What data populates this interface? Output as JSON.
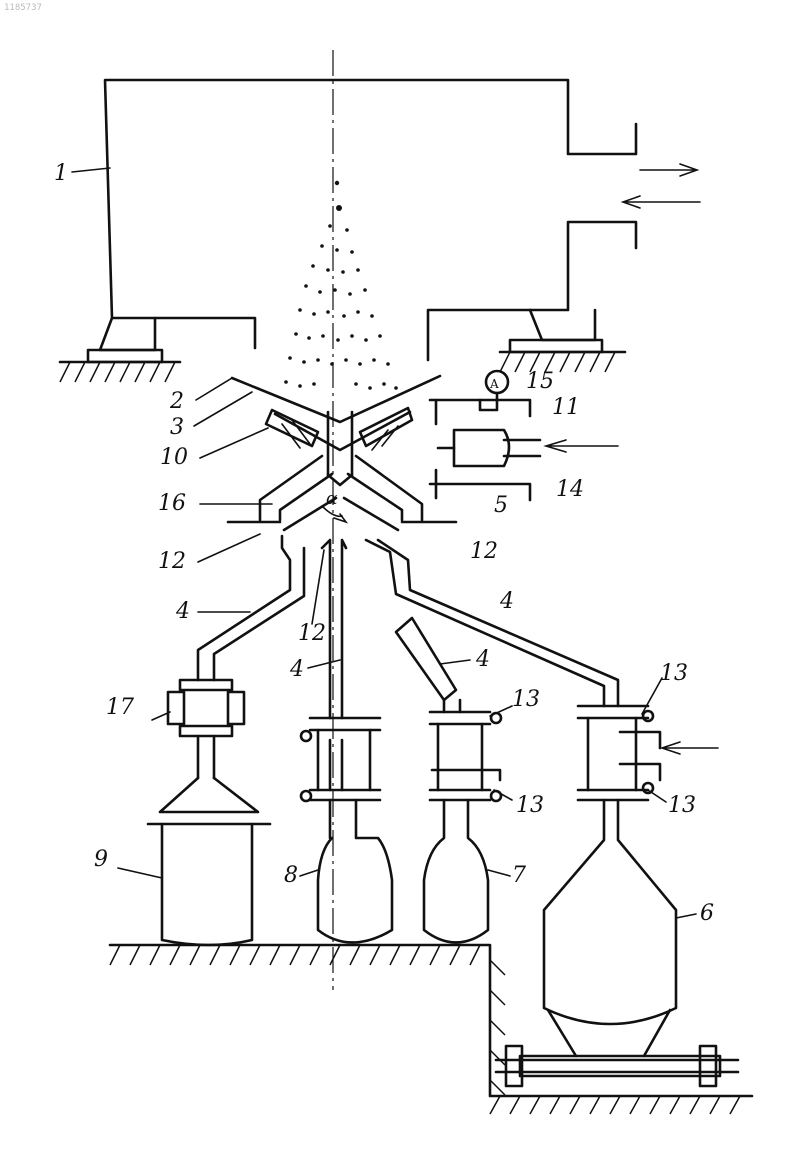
{
  "stamp": "1185737",
  "labels": {
    "l1": "1",
    "l2": "2",
    "l3": "3",
    "l10": "10",
    "l16": "16",
    "l12a": "12",
    "l12b": "12",
    "l12c": "12",
    "l4a": "4",
    "l4b": "4",
    "l4c": "4",
    "l4d": "4",
    "l17": "17",
    "l9": "9",
    "l8": "8",
    "l7": "7",
    "l6": "6",
    "l13a": "13",
    "l13b": "13",
    "l13c": "13",
    "l13d": "13",
    "l15": "15",
    "l11": "11",
    "l14": "14",
    "l5": "5",
    "gauge": "A",
    "alpha": "α"
  }
}
